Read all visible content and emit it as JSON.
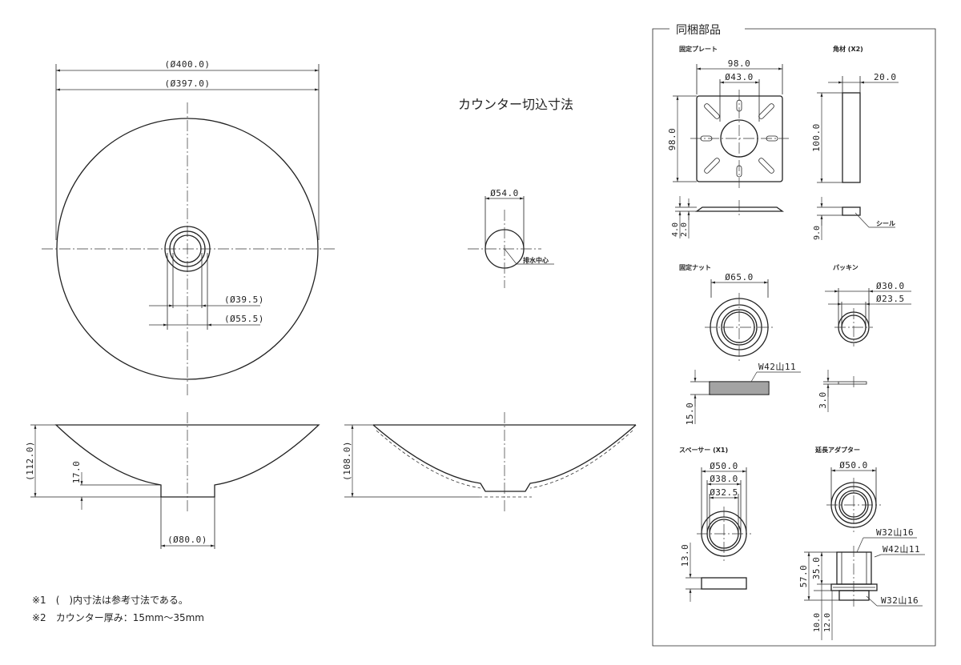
{
  "title_cutout": "カウンター切込寸法",
  "notes": {
    "n1": "※1　(　)内寸法は参考寸法である。",
    "n2": "※2　カウンター厚み：15mm～35mm"
  },
  "main_top": {
    "d_outer": "(Ø400.0)",
    "d_inner": "(Ø397.0)",
    "d_drain_inner": "(Ø39.5)",
    "d_drain_outer": "(Ø55.5)"
  },
  "cutout": {
    "d_hole": "Ø54.0",
    "center_label": "排水中心"
  },
  "side_view": {
    "height": "(112.0)",
    "base_h": "17.0",
    "base_d": "(Ø80.0)"
  },
  "section_view": {
    "height": "(108.0)"
  },
  "parts_box": {
    "title": "同梱部品",
    "fixing_plate": {
      "label": "固定プレート",
      "w": "98.0",
      "hole": "Ø43.0",
      "h": "98.0",
      "t1": "4.0",
      "t2": "2.0"
    },
    "square_bar": {
      "label": "角材 (X2)",
      "w": "20.0",
      "h": "100.0",
      "t": "9.0",
      "seal": "シール"
    },
    "fixing_nut": {
      "label": "固定ナット",
      "d": "Ø65.0",
      "thread": "W42山11",
      "h": "15.0"
    },
    "packing": {
      "label": "パッキン",
      "d_outer": "Ø30.0",
      "d_inner": "Ø23.5",
      "t": "3.0"
    },
    "spacer": {
      "label": "スペーサー (X1)",
      "d1": "Ø50.0",
      "d2": "Ø38.0",
      "d3": "Ø32.5",
      "h": "13.0"
    },
    "adapter": {
      "label": "延長アダプター",
      "d": "Ø50.0",
      "thread1": "W32山16",
      "thread2": "W42山11",
      "thread3": "W32山16",
      "h_total": "57.0",
      "h1": "35.0",
      "h2": "10.0",
      "h3": "12.0"
    }
  }
}
